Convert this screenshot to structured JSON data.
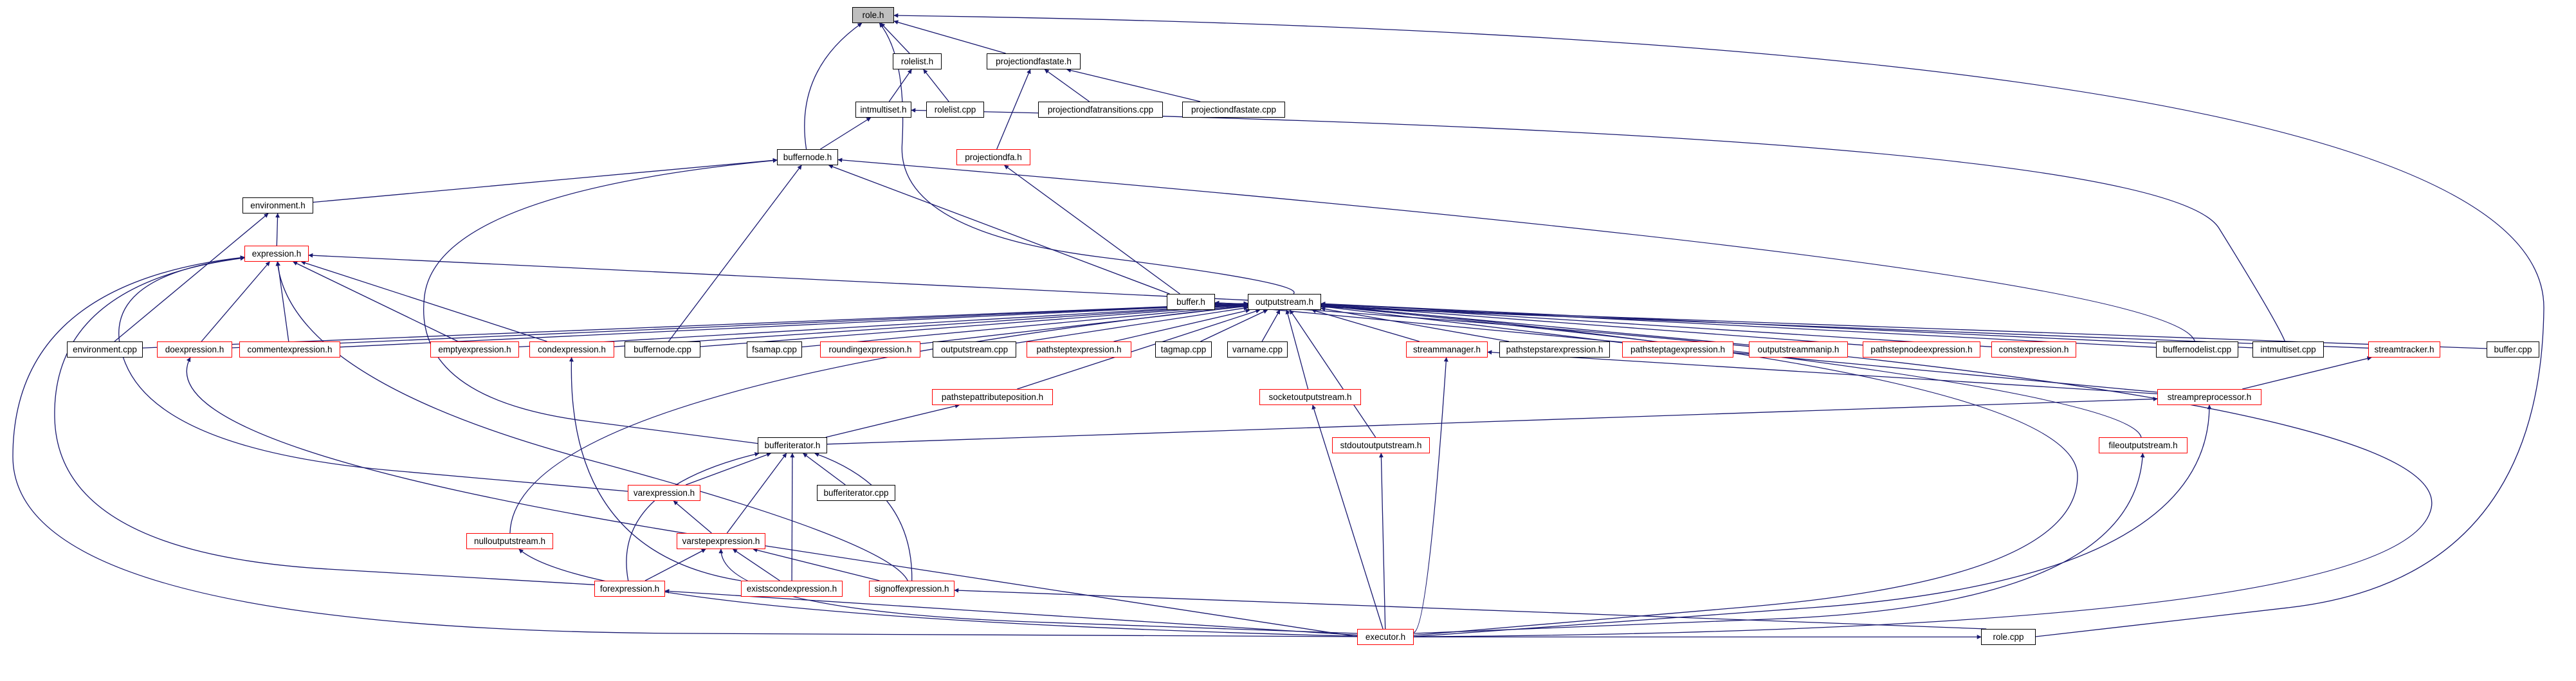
{
  "graph": {
    "colors": {
      "edge": "#191970",
      "node_border": "#000000",
      "incomplete_node_border": "#ff0000",
      "focus_fill": "#bfbfbf"
    },
    "nodes": [
      {
        "id": "role_h",
        "label": "role.h",
        "style": "focus"
      },
      {
        "id": "rolelist_h",
        "label": "rolelist.h"
      },
      {
        "id": "projectiondfastate_h",
        "label": "projectiondfastate.h"
      },
      {
        "id": "intmultiset_h",
        "label": "intmultiset.h"
      },
      {
        "id": "rolelist_cpp",
        "label": "rolelist.cpp"
      },
      {
        "id": "projectiondfatransitions_cpp",
        "label": "projectiondfatransitions.cpp"
      },
      {
        "id": "projectiondfastate_cpp",
        "label": "projectiondfastate.cpp"
      },
      {
        "id": "buffernode_h",
        "label": "buffernode.h"
      },
      {
        "id": "projectiondfa_h",
        "label": "projectiondfa.h",
        "style": "incomplete"
      },
      {
        "id": "environment_h",
        "label": "environment.h"
      },
      {
        "id": "expression_h",
        "label": "expression.h",
        "style": "incomplete"
      },
      {
        "id": "outputstream_h",
        "label": "outputstream.h"
      },
      {
        "id": "buffer_h",
        "label": "buffer.h"
      },
      {
        "id": "environment_cpp",
        "label": "environment.cpp"
      },
      {
        "id": "doexpression_h",
        "label": "doexpression.h",
        "style": "incomplete"
      },
      {
        "id": "commentexpression_h",
        "label": "commentexpression.h",
        "style": "incomplete"
      },
      {
        "id": "emptyexpression_h",
        "label": "emptyexpression.h",
        "style": "incomplete"
      },
      {
        "id": "condexpression_h",
        "label": "condexpression.h",
        "style": "incomplete"
      },
      {
        "id": "buffernode_cpp",
        "label": "buffernode.cpp"
      },
      {
        "id": "fsamap_cpp",
        "label": "fsamap.cpp"
      },
      {
        "id": "roundingexpression_h",
        "label": "roundingexpression.h",
        "style": "incomplete"
      },
      {
        "id": "outputstream_cpp",
        "label": "outputstream.cpp"
      },
      {
        "id": "pathsteptexpression_h",
        "label": "pathsteptexpression.h",
        "style": "incomplete"
      },
      {
        "id": "tagmap_cpp",
        "label": "tagmap.cpp"
      },
      {
        "id": "varname_cpp",
        "label": "varname.cpp"
      },
      {
        "id": "streammanager_h",
        "label": "streammanager.h",
        "style": "incomplete"
      },
      {
        "id": "pathstepstarexpression_h",
        "label": "pathstepstarexpression.h"
      },
      {
        "id": "pathsteptagexpression_h",
        "label": "pathsteptagexpression.h",
        "style": "incomplete"
      },
      {
        "id": "outputstreammanip_h",
        "label": "outputstreammanip.h",
        "style": "incomplete"
      },
      {
        "id": "pathstepnodeexpression_h",
        "label": "pathstepnodeexpression.h",
        "style": "incomplete"
      },
      {
        "id": "constexpression_h",
        "label": "constexpression.h",
        "style": "incomplete"
      },
      {
        "id": "buffernodelist_cpp",
        "label": "buffernodelist.cpp"
      },
      {
        "id": "intmultiset_cpp",
        "label": "intmultiset.cpp"
      },
      {
        "id": "streamtracker_h",
        "label": "streamtracker.h",
        "style": "incomplete"
      },
      {
        "id": "buffer_cpp",
        "label": "buffer.cpp"
      },
      {
        "id": "pathstepattributeposition_h",
        "label": "pathstepattributeposition.h",
        "style": "incomplete"
      },
      {
        "id": "socketoutputstream_h",
        "label": "socketoutputstream.h",
        "style": "incomplete"
      },
      {
        "id": "streampreprocessor_h",
        "label": "streampreprocessor.h",
        "style": "incomplete"
      },
      {
        "id": "bufferiterator_h",
        "label": "bufferiterator.h"
      },
      {
        "id": "stdoutoutputstream_h",
        "label": "stdoutoutputstream.h",
        "style": "incomplete"
      },
      {
        "id": "fileoutputstream_h",
        "label": "fileoutputstream.h",
        "style": "incomplete"
      },
      {
        "id": "varexpression_h",
        "label": "varexpression.h",
        "style": "incomplete"
      },
      {
        "id": "bufferiterator_cpp",
        "label": "bufferiterator.cpp"
      },
      {
        "id": "nulloutputstream_h",
        "label": "nulloutputstream.h",
        "style": "incomplete"
      },
      {
        "id": "varstepexpression_h",
        "label": "varstepexpression.h",
        "style": "incomplete"
      },
      {
        "id": "forexpression_h",
        "label": "forexpression.h",
        "style": "incomplete"
      },
      {
        "id": "existscondexpression_h",
        "label": "existscondexpression.h",
        "style": "incomplete"
      },
      {
        "id": "signoffexpression_h",
        "label": "signoffexpression.h",
        "style": "incomplete"
      },
      {
        "id": "role_cpp",
        "label": "role.cpp"
      },
      {
        "id": "executor_h",
        "label": "executor.h",
        "style": "incomplete"
      }
    ],
    "edges": [
      [
        "role_h",
        "rolelist_h"
      ],
      [
        "role_h",
        "projectiondfastate_h"
      ],
      [
        "role_h",
        "buffernode_h"
      ],
      [
        "role_h",
        "outputstream_h"
      ],
      [
        "role_h",
        "role_cpp"
      ],
      [
        "rolelist_h",
        "intmultiset_h"
      ],
      [
        "rolelist_h",
        "rolelist_cpp"
      ],
      [
        "projectiondfastate_h",
        "projectiondfatransitions_cpp"
      ],
      [
        "projectiondfastate_h",
        "projectiondfastate_cpp"
      ],
      [
        "projectiondfastate_h",
        "projectiondfa_h"
      ],
      [
        "intmultiset_h",
        "buffernode_h"
      ],
      [
        "intmultiset_h",
        "intmultiset_cpp"
      ],
      [
        "projectiondfa_h",
        "buffer_h"
      ],
      [
        "buffernode_h",
        "environment_h"
      ],
      [
        "buffernode_h",
        "buffer_h"
      ],
      [
        "buffernode_h",
        "buffernodelist_cpp"
      ],
      [
        "buffernode_h",
        "bufferiterator_h"
      ],
      [
        "buffernode_h",
        "buffernode_cpp"
      ],
      [
        "environment_h",
        "expression_h"
      ],
      [
        "environment_h",
        "environment_cpp"
      ],
      [
        "expression_h",
        "outputstream_h"
      ],
      [
        "expression_h",
        "doexpression_h"
      ],
      [
        "expression_h",
        "commentexpression_h"
      ],
      [
        "expression_h",
        "emptyexpression_h"
      ],
      [
        "expression_h",
        "condexpression_h"
      ],
      [
        "expression_h",
        "varexpression_h"
      ],
      [
        "expression_h",
        "forexpression_h"
      ],
      [
        "expression_h",
        "signoffexpression_h"
      ],
      [
        "expression_h",
        "executor_h"
      ],
      [
        "outputstream_h",
        "environment_cpp"
      ],
      [
        "outputstream_h",
        "doexpression_h"
      ],
      [
        "outputstream_h",
        "commentexpression_h"
      ],
      [
        "outputstream_h",
        "emptyexpression_h"
      ],
      [
        "outputstream_h",
        "condexpression_h"
      ],
      [
        "outputstream_h",
        "buffernode_cpp"
      ],
      [
        "outputstream_h",
        "fsamap_cpp"
      ],
      [
        "outputstream_h",
        "roundingexpression_h"
      ],
      [
        "outputstream_h",
        "outputstream_cpp"
      ],
      [
        "outputstream_h",
        "pathsteptexpression_h"
      ],
      [
        "outputstream_h",
        "tagmap_cpp"
      ],
      [
        "outputstream_h",
        "varname_cpp"
      ],
      [
        "outputstream_h",
        "pathstepattributeposition_h"
      ],
      [
        "outputstream_h",
        "socketoutputstream_h"
      ],
      [
        "outputstream_h",
        "stdoutoutputstream_h"
      ],
      [
        "outputstream_h",
        "nulloutputstream_h"
      ],
      [
        "outputstream_h",
        "streammanager_h"
      ],
      [
        "outputstream_h",
        "pathstepstarexpression_h"
      ],
      [
        "outputstream_h",
        "pathsteptagexpression_h"
      ],
      [
        "outputstream_h",
        "outputstreammanip_h"
      ],
      [
        "outputstream_h",
        "pathstepnodeexpression_h"
      ],
      [
        "outputstream_h",
        "constexpression_h"
      ],
      [
        "outputstream_h",
        "buffernodelist_cpp"
      ],
      [
        "outputstream_h",
        "intmultiset_cpp"
      ],
      [
        "outputstream_h",
        "fileoutputstream_h"
      ],
      [
        "outputstream_h",
        "executor_h"
      ],
      [
        "buffer_h",
        "streamtracker_h"
      ],
      [
        "buffer_h",
        "buffer_cpp"
      ],
      [
        "buffer_h",
        "streampreprocessor_h"
      ],
      [
        "buffer_h",
        "executor_h"
      ],
      [
        "streamtracker_h",
        "streampreprocessor_h"
      ],
      [
        "streammanager_h",
        "streampreprocessor_h"
      ],
      [
        "streammanager_h",
        "executor_h"
      ],
      [
        "streampreprocessor_h",
        "bufferiterator_h"
      ],
      [
        "streampreprocessor_h",
        "executor_h"
      ],
      [
        "pathstepattributeposition_h",
        "bufferiterator_h"
      ],
      [
        "socketoutputstream_h",
        "executor_h"
      ],
      [
        "stdoutoutputstream_h",
        "executor_h"
      ],
      [
        "fileoutputstream_h",
        "executor_h"
      ],
      [
        "condexpression_h",
        "existscondexpression_h"
      ],
      [
        "doexpression_h",
        "executor_h"
      ],
      [
        "bufferiterator_h",
        "varexpression_h"
      ],
      [
        "bufferiterator_h",
        "bufferiterator_cpp"
      ],
      [
        "bufferiterator_h",
        "varstepexpression_h"
      ],
      [
        "bufferiterator_h",
        "forexpression_h"
      ],
      [
        "bufferiterator_h",
        "existscondexpression_h"
      ],
      [
        "bufferiterator_h",
        "signoffexpression_h"
      ],
      [
        "varexpression_h",
        "varstepexpression_h"
      ],
      [
        "varstepexpression_h",
        "forexpression_h"
      ],
      [
        "varstepexpression_h",
        "existscondexpression_h"
      ],
      [
        "varstepexpression_h",
        "signoffexpression_h"
      ],
      [
        "varstepexpression_h",
        "executor_h"
      ],
      [
        "nulloutputstream_h",
        "executor_h"
      ],
      [
        "forexpression_h",
        "executor_h"
      ],
      [
        "signoffexpression_h",
        "role_cpp"
      ],
      [
        "role_cpp",
        "executor_h"
      ]
    ]
  }
}
